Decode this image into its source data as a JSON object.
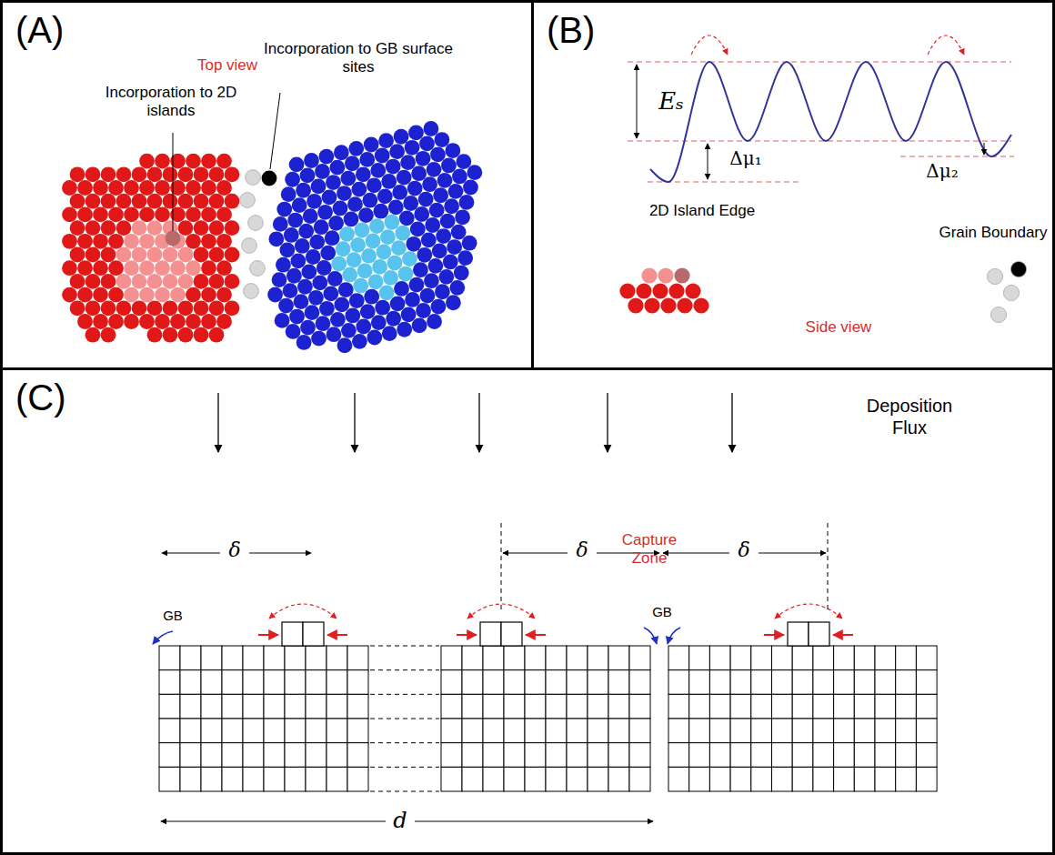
{
  "diagram": {
    "nodes": [
      {
        "text": [
          "(A)"
        ]
      },
      {
        "text": [
          "(B)"
        ]
      },
      {
        "text": [
          "(C)"
        ]
      }
    ],
    "labels": [
      "Top view",
      "Incorporation to 2D islands",
      "Incorporation to GB surface sites",
      "Eₛ",
      "Δμ₁",
      "Δμ₂",
      "2D Island Edge",
      "Grain Boundary",
      "Side view",
      "Deposition Flux",
      "Capture Zone",
      "δ",
      "δ",
      "δ",
      "GB",
      "GB",
      "d"
    ]
  }
}
